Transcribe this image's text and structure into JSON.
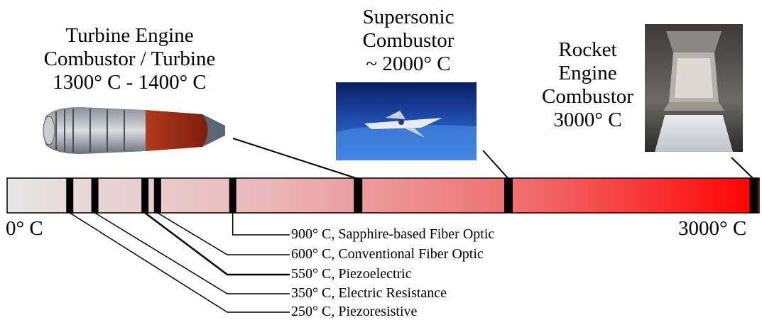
{
  "applications": {
    "turbine": {
      "lines": [
        "Turbine Engine",
        "Combustor / Turbine",
        "1300° C - 1400° C"
      ],
      "image_icon": "turbine-engine-image"
    },
    "supersonic": {
      "lines": [
        "Supersonic",
        "Combustor",
        "~ 2000° C"
      ],
      "image_icon": "scramjet-aircraft-image"
    },
    "rocket": {
      "lines": [
        "Rocket",
        "Engine",
        "Combustor",
        "3000° C"
      ],
      "image_icon": "rocket-engine-test-image"
    }
  },
  "scale": {
    "min_label": "0° C",
    "max_label": "3000° C",
    "min_value": 0,
    "max_value": 3000,
    "gradient_start": "#e6e6e6",
    "gradient_end": "#ff0000"
  },
  "sensors": [
    {
      "label": "900° C, Sapphire-based Fiber Optic",
      "temp": 900
    },
    {
      "label": "600° C, Conventional Fiber Optic",
      "temp": 600
    },
    {
      "label": "550° C, Piezoelectric",
      "temp": 550
    },
    {
      "label": "350° C, Electric Resistance",
      "temp": 350
    },
    {
      "label": "250° C, Piezoresistive",
      "temp": 250
    }
  ],
  "application_markers": [
    {
      "name": "turbine",
      "temp": 1400
    },
    {
      "name": "supersonic",
      "temp": 2000
    },
    {
      "name": "rocket",
      "temp": 3000
    }
  ]
}
